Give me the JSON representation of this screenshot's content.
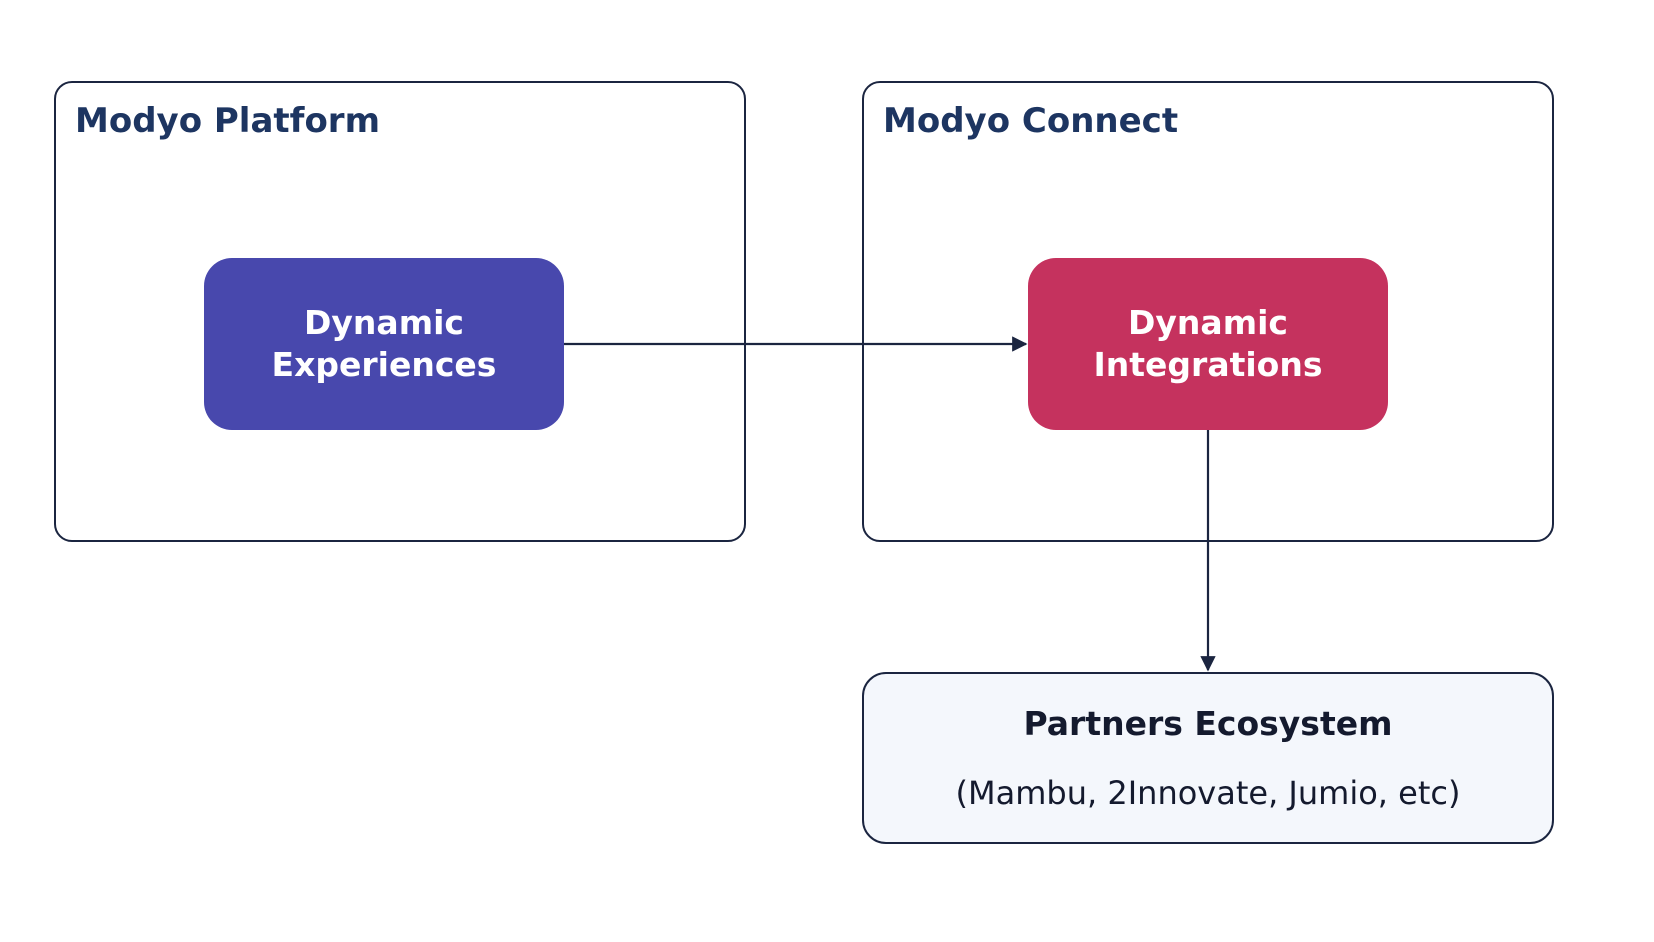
{
  "groups": {
    "platform": {
      "title": "Modyo Platform"
    },
    "connect": {
      "title": "Modyo Connect"
    }
  },
  "nodes": {
    "experiences": {
      "line1": "Dynamic",
      "line2": "Experiences"
    },
    "integrations": {
      "line1": "Dynamic",
      "line2": "Integrations"
    }
  },
  "partners": {
    "title": "Partners Ecosystem",
    "subtitle": "(Mambu, 2Innovate, Jumio, etc)"
  },
  "colors": {
    "experiences_fill": "#4848ad",
    "integrations_fill": "#c5325e",
    "partners_fill": "#f4f7fc",
    "stroke": "#1b2540"
  }
}
